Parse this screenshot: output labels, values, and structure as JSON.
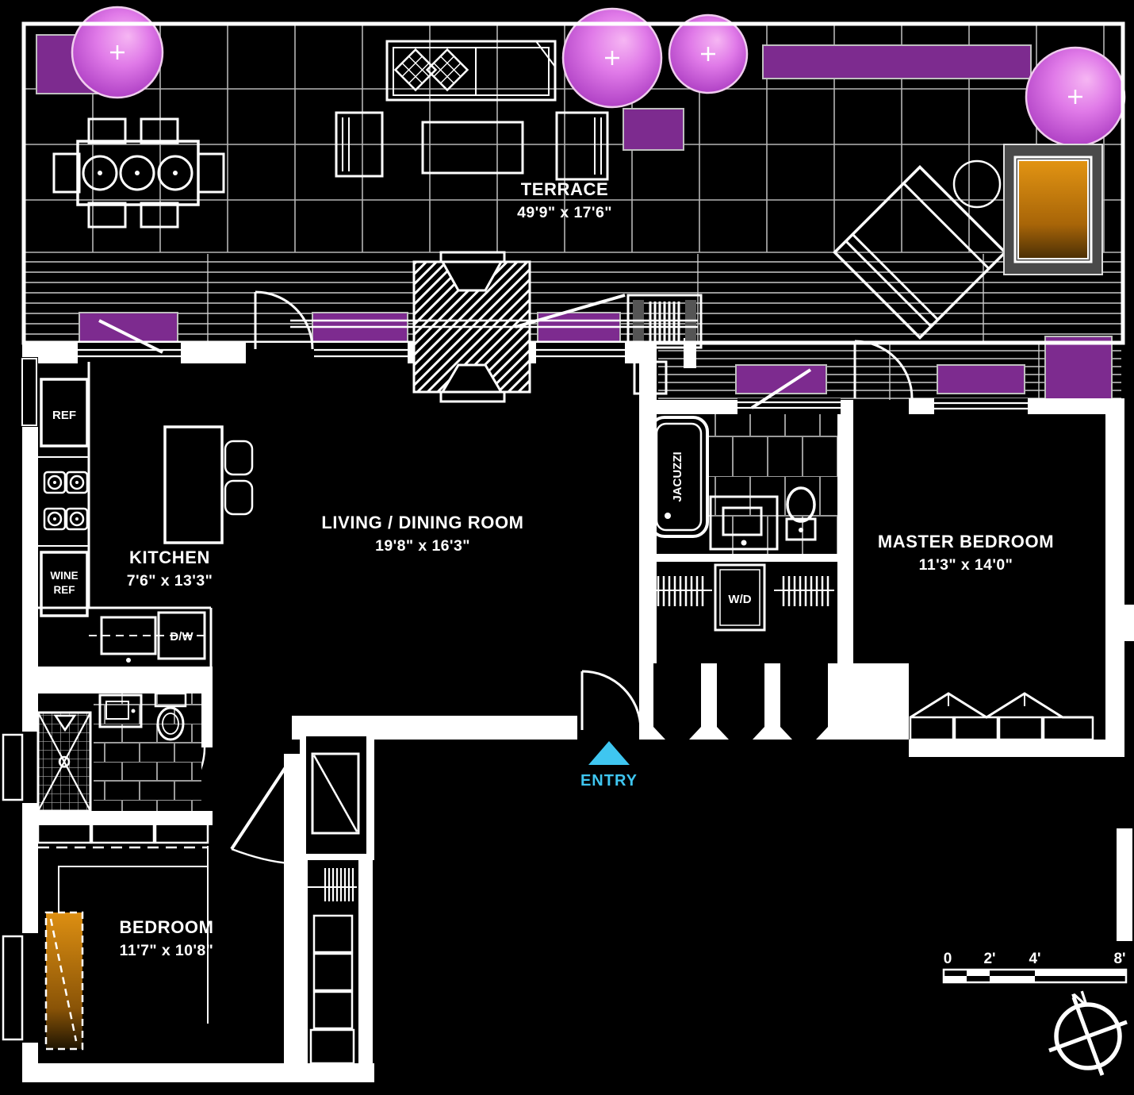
{
  "plan": {
    "rooms": {
      "terrace": {
        "name": "TERRACE",
        "dims": "49'9\" x 17'6\""
      },
      "living_dining": {
        "name": "LIVING / DINING ROOM",
        "dims": "19'8\" x 16'3\""
      },
      "kitchen": {
        "name": "KITCHEN",
        "dims": "7'6\" x 13'3\""
      },
      "master_bedroom": {
        "name": "MASTER BEDROOM",
        "dims": "11'3\" x 14'0\""
      },
      "bedroom": {
        "name": "BEDROOM",
        "dims": "11'7\" x 10'8\""
      }
    },
    "appliances": {
      "fridge": "REF",
      "wine_fridge_line1": "WINE",
      "wine_fridge_line2": "REF",
      "dishwasher": "D/W",
      "washer_dryer": "W/D",
      "jacuzzi": "JACUZZI"
    },
    "entry_label": "ENTRY",
    "scale_bar": {
      "t0": "0",
      "t1": "2'",
      "t2": "4'",
      "t3": "8'"
    },
    "compass_north": "N",
    "colors": {
      "planter": "#7d2b8f",
      "tree": "#d96ee0",
      "accent_wood": "#d98c12",
      "entry": "#3fc6f0",
      "line": "#ffffff",
      "background": "#000000"
    }
  }
}
